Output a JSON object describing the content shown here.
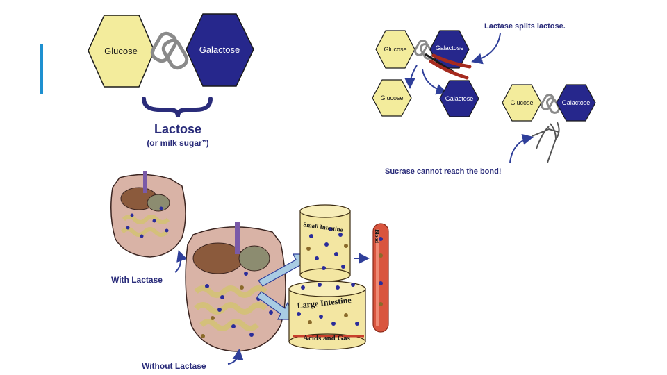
{
  "colors": {
    "glucose_fill": "#f3ec9c",
    "galactose_fill": "#26278c",
    "hex_stroke": "#1a1a1a",
    "navy_text": "#2a2c7a",
    "arrow_blue": "#2f3f9a",
    "accent_bar": "#1e90d0",
    "tube_red": "#c8402c",
    "cylinder_yellow": "#f3e6a2",
    "flow_arrow": "#a9cce3"
  },
  "top_left": {
    "glucose": "Glucose",
    "galactose": "Galactose",
    "lactose_title": "Lactose",
    "lactose_subtitle": "(or milk sugar”)"
  },
  "top_right": {
    "lactase_caption": "Lactase splits lactose.",
    "glucose_1": "Glucose",
    "galactose_1": "Galactose",
    "glucose_2": "Glucose",
    "galactose_2": "Galactose",
    "glucose_3": "Glucose",
    "galactose_3": "Galactose",
    "sucrase_caption": "Sucrase cannot reach the bond!"
  },
  "bottom": {
    "with_lactase": "With Lactase",
    "without_lactase": "Without Lactase",
    "small_intestine": "Small Intestine",
    "large_intestine": "Large Intestine",
    "acids_and_gas": "Acids and Gas",
    "blood": "Blood"
  }
}
